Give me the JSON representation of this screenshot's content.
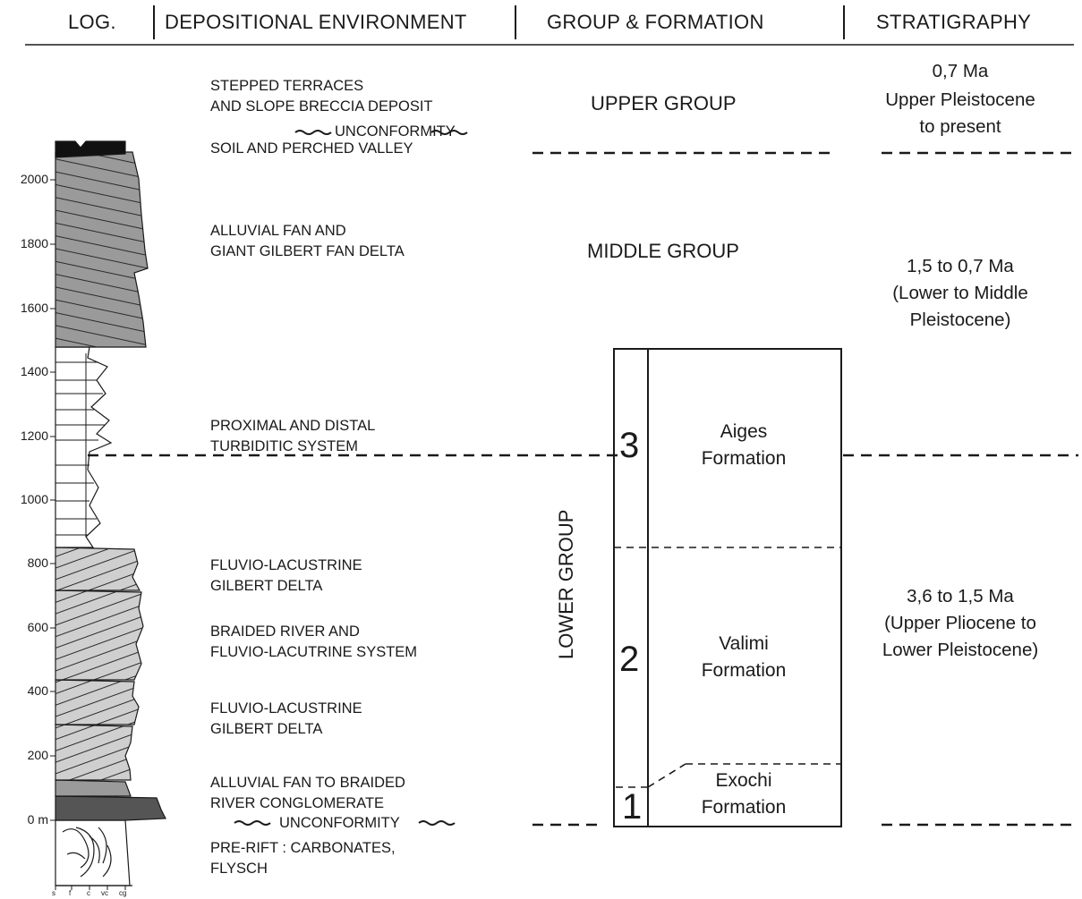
{
  "headers": {
    "log": "LOG.",
    "environment": "DEPOSITIONAL ENVIRONMENT",
    "group_formation": "GROUP & FORMATION",
    "stratigraphy": "STRATIGRAPHY"
  },
  "axis": {
    "ticks": [
      "2000",
      "1800",
      "1600",
      "1400",
      "1200",
      "1000",
      "800",
      "600",
      "400",
      "200",
      "0 m"
    ],
    "grain_sizes": [
      "s",
      "f",
      "c",
      "vc",
      "cg"
    ]
  },
  "environments": {
    "terraces_1": "STEPPED TERRACES",
    "terraces_2": "AND SLOPE BRECCIA DEPOSIT",
    "unconformity_top": "UNCONFORMITY",
    "soil": "SOIL AND PERCHED VALLEY",
    "fan_1": "ALLUVIAL FAN AND",
    "fan_2": "GIANT GILBERT FAN DELTA",
    "turb_1": "PROXIMAL AND DISTAL",
    "turb_2": "TURBIDITIC SYSTEM",
    "fluvio_a1": "FLUVIO-LACUSTRINE",
    "fluvio_a2": "GILBERT DELTA",
    "braided_1": "BRAIDED RIVER AND",
    "braided_2": "FLUVIO-LACUTRINE SYSTEM",
    "fluvio_b1": "FLUVIO-LACUSTRINE",
    "fluvio_b2": "GILBERT DELTA",
    "conglom_1": "ALLUVIAL FAN TO BRAIDED",
    "conglom_2": "RIVER CONGLOMERATE",
    "unconformity_bottom": "UNCONFORMITY",
    "prerift_1": "PRE-RIFT : CARBONATES,",
    "prerift_2": "FLYSCH"
  },
  "groups": {
    "upper": "UPPER GROUP",
    "middle": "MIDDLE GROUP",
    "lower": "LOWER GROUP"
  },
  "formations": {
    "n3": "3",
    "n2": "2",
    "n1": "1",
    "aiges_1": "Aiges",
    "aiges_2": "Formation",
    "valimi_1": "Valimi",
    "valimi_2": "Formation",
    "exochi_1": "Exochi",
    "exochi_2": "Formation"
  },
  "stratigraphy": {
    "upper_1": "0,7 Ma",
    "upper_2": "Upper Pleistocene",
    "upper_3": "to present",
    "middle_1": "1,5 to 0,7 Ma",
    "middle_2": "(Lower to Middle",
    "middle_3": "Pleistocene)",
    "lower_1": "3,6 to 1,5 Ma",
    "lower_2": "(Upper Pliocene to",
    "lower_3": "Lower Pleistocene)"
  },
  "colors": {
    "line": "#1a1a1a",
    "light_fill": "#cfcfcf",
    "mid_fill": "#9a9a9a",
    "dark_fill": "#555555"
  }
}
